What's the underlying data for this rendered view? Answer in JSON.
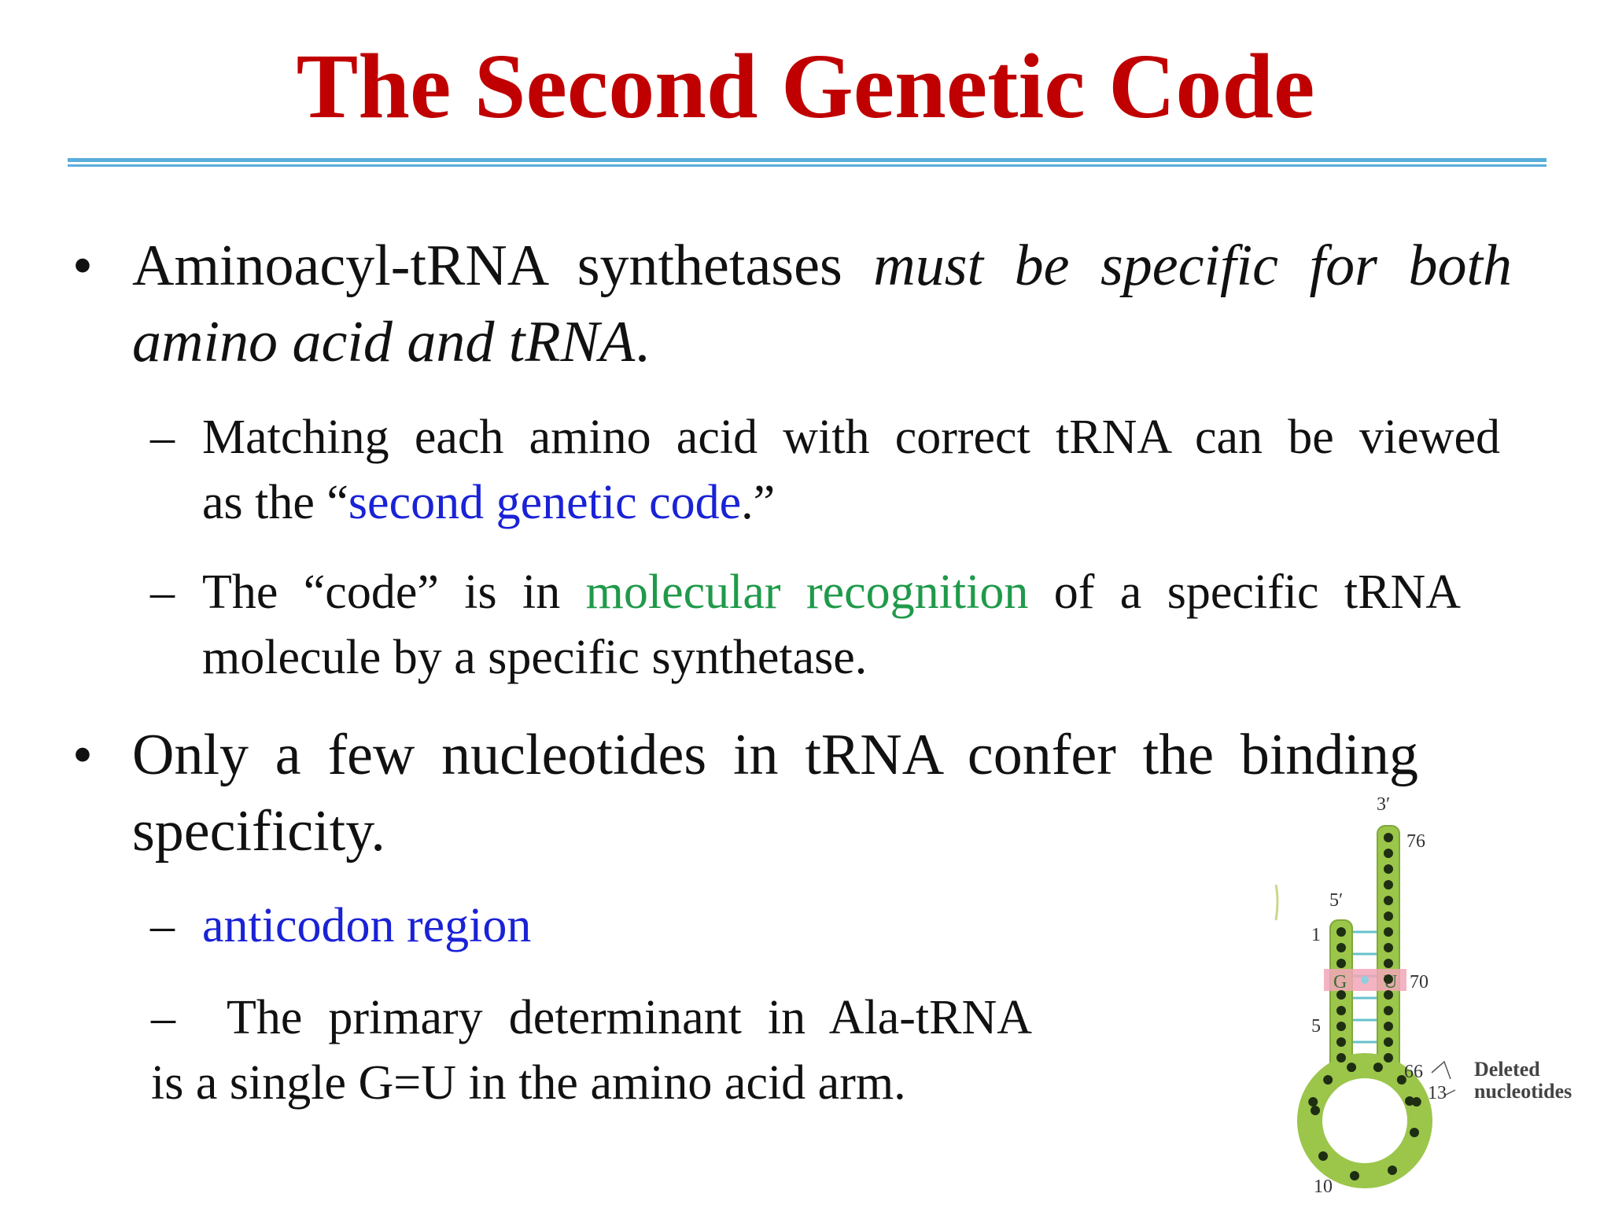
{
  "title": "The Second Genetic Code",
  "bullets": [
    {
      "line1_normal": "Aminoacyl-tRNA synthetases",
      "line1_italic": "must be specific for both",
      "line2_italic": "amino acid and tRNA",
      "line2_end": ".",
      "subs": [
        {
          "line1": "Matching each amino acid with correct tRNA can be viewed",
          "line2_pre": "as the “",
          "line2_highlight": "second genetic code",
          "line2_post": ".”"
        },
        {
          "line1_pre": "The “code” is in",
          "line1_highlight": "molecular recognition",
          "line1_post": "of a specific tRNA",
          "line2": "molecule by a specific synthetase."
        }
      ]
    },
    {
      "line1": "Only a few nucleotides in tRNA confer the binding",
      "line2": "specificity.",
      "subs": [
        {
          "text": "anticodon region"
        },
        {
          "line1": "The primary determinant in Ala-tRNA",
          "line2": "is a single G=U in the amino acid arm."
        }
      ]
    }
  ],
  "marks": {
    "bullet": "•",
    "dash": "–"
  },
  "diagram": {
    "labels": {
      "three_prime": "3′",
      "five_prime": "5′",
      "n76": "76",
      "n1": "1",
      "n70": "70",
      "n5": "5",
      "n66": "66",
      "n13": "13",
      "n10": "10",
      "g": "G",
      "u": "U",
      "deleted1": "Deleted",
      "deleted2": "nucleotides"
    },
    "colors": {
      "strand": "#9bc64a",
      "strand_edge": "#7fa83a",
      "dot": "#1e2e12",
      "pair_line": "#66c2cc",
      "gu_box": "#f2a6b8"
    }
  },
  "colors": {
    "title": "#c00000",
    "rule": "#5aaedb",
    "highlight_blue": "#1a22d6",
    "highlight_green": "#1f9a4a"
  }
}
